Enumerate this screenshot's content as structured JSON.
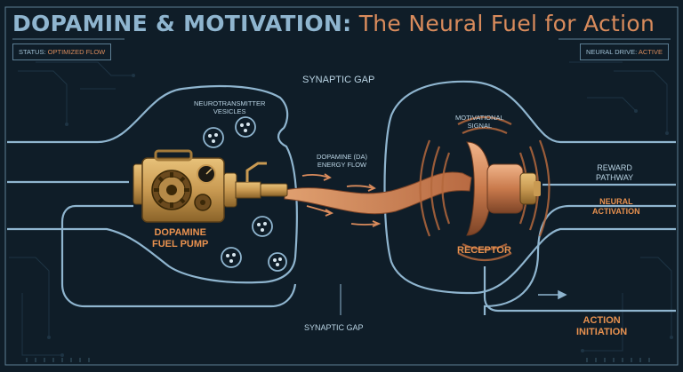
{
  "title": {
    "main": "DOPAMINE & MOTIVATION:",
    "sub": "The Neural Fuel for Action"
  },
  "status": {
    "label": "STATUS:",
    "value": "OPTIMIZED FLOW"
  },
  "drive": {
    "label": "NEURAL DRIVE:",
    "value": "ACTIVE"
  },
  "labels": {
    "synaptic_gap_top": "SYNAPTIC GAP",
    "synaptic_gap_bottom": "SYNAPTIC GAP",
    "vesicles": [
      "NEUROTRANSMITTER",
      "VESICLES"
    ],
    "flow": [
      "DOPAMINE (DA)",
      "ENERGY FLOW"
    ],
    "signal": [
      "MOTIVATIONAL",
      "SIGNAL"
    ],
    "reward": [
      "REWARD",
      "PATHWAY"
    ],
    "activation": [
      "NEURAL",
      "ACTIVATION"
    ],
    "action": [
      "ACTION",
      "INITIATION"
    ],
    "pump": [
      "DOPAMINE",
      "FUEL PUMP"
    ],
    "receptor": "RECEPTOR"
  },
  "colors": {
    "background": "#0f1d28",
    "outline": "#8fb5cf",
    "accent": "#d98b5c",
    "brass": "#c99a52",
    "copper": "#c97a4c"
  }
}
